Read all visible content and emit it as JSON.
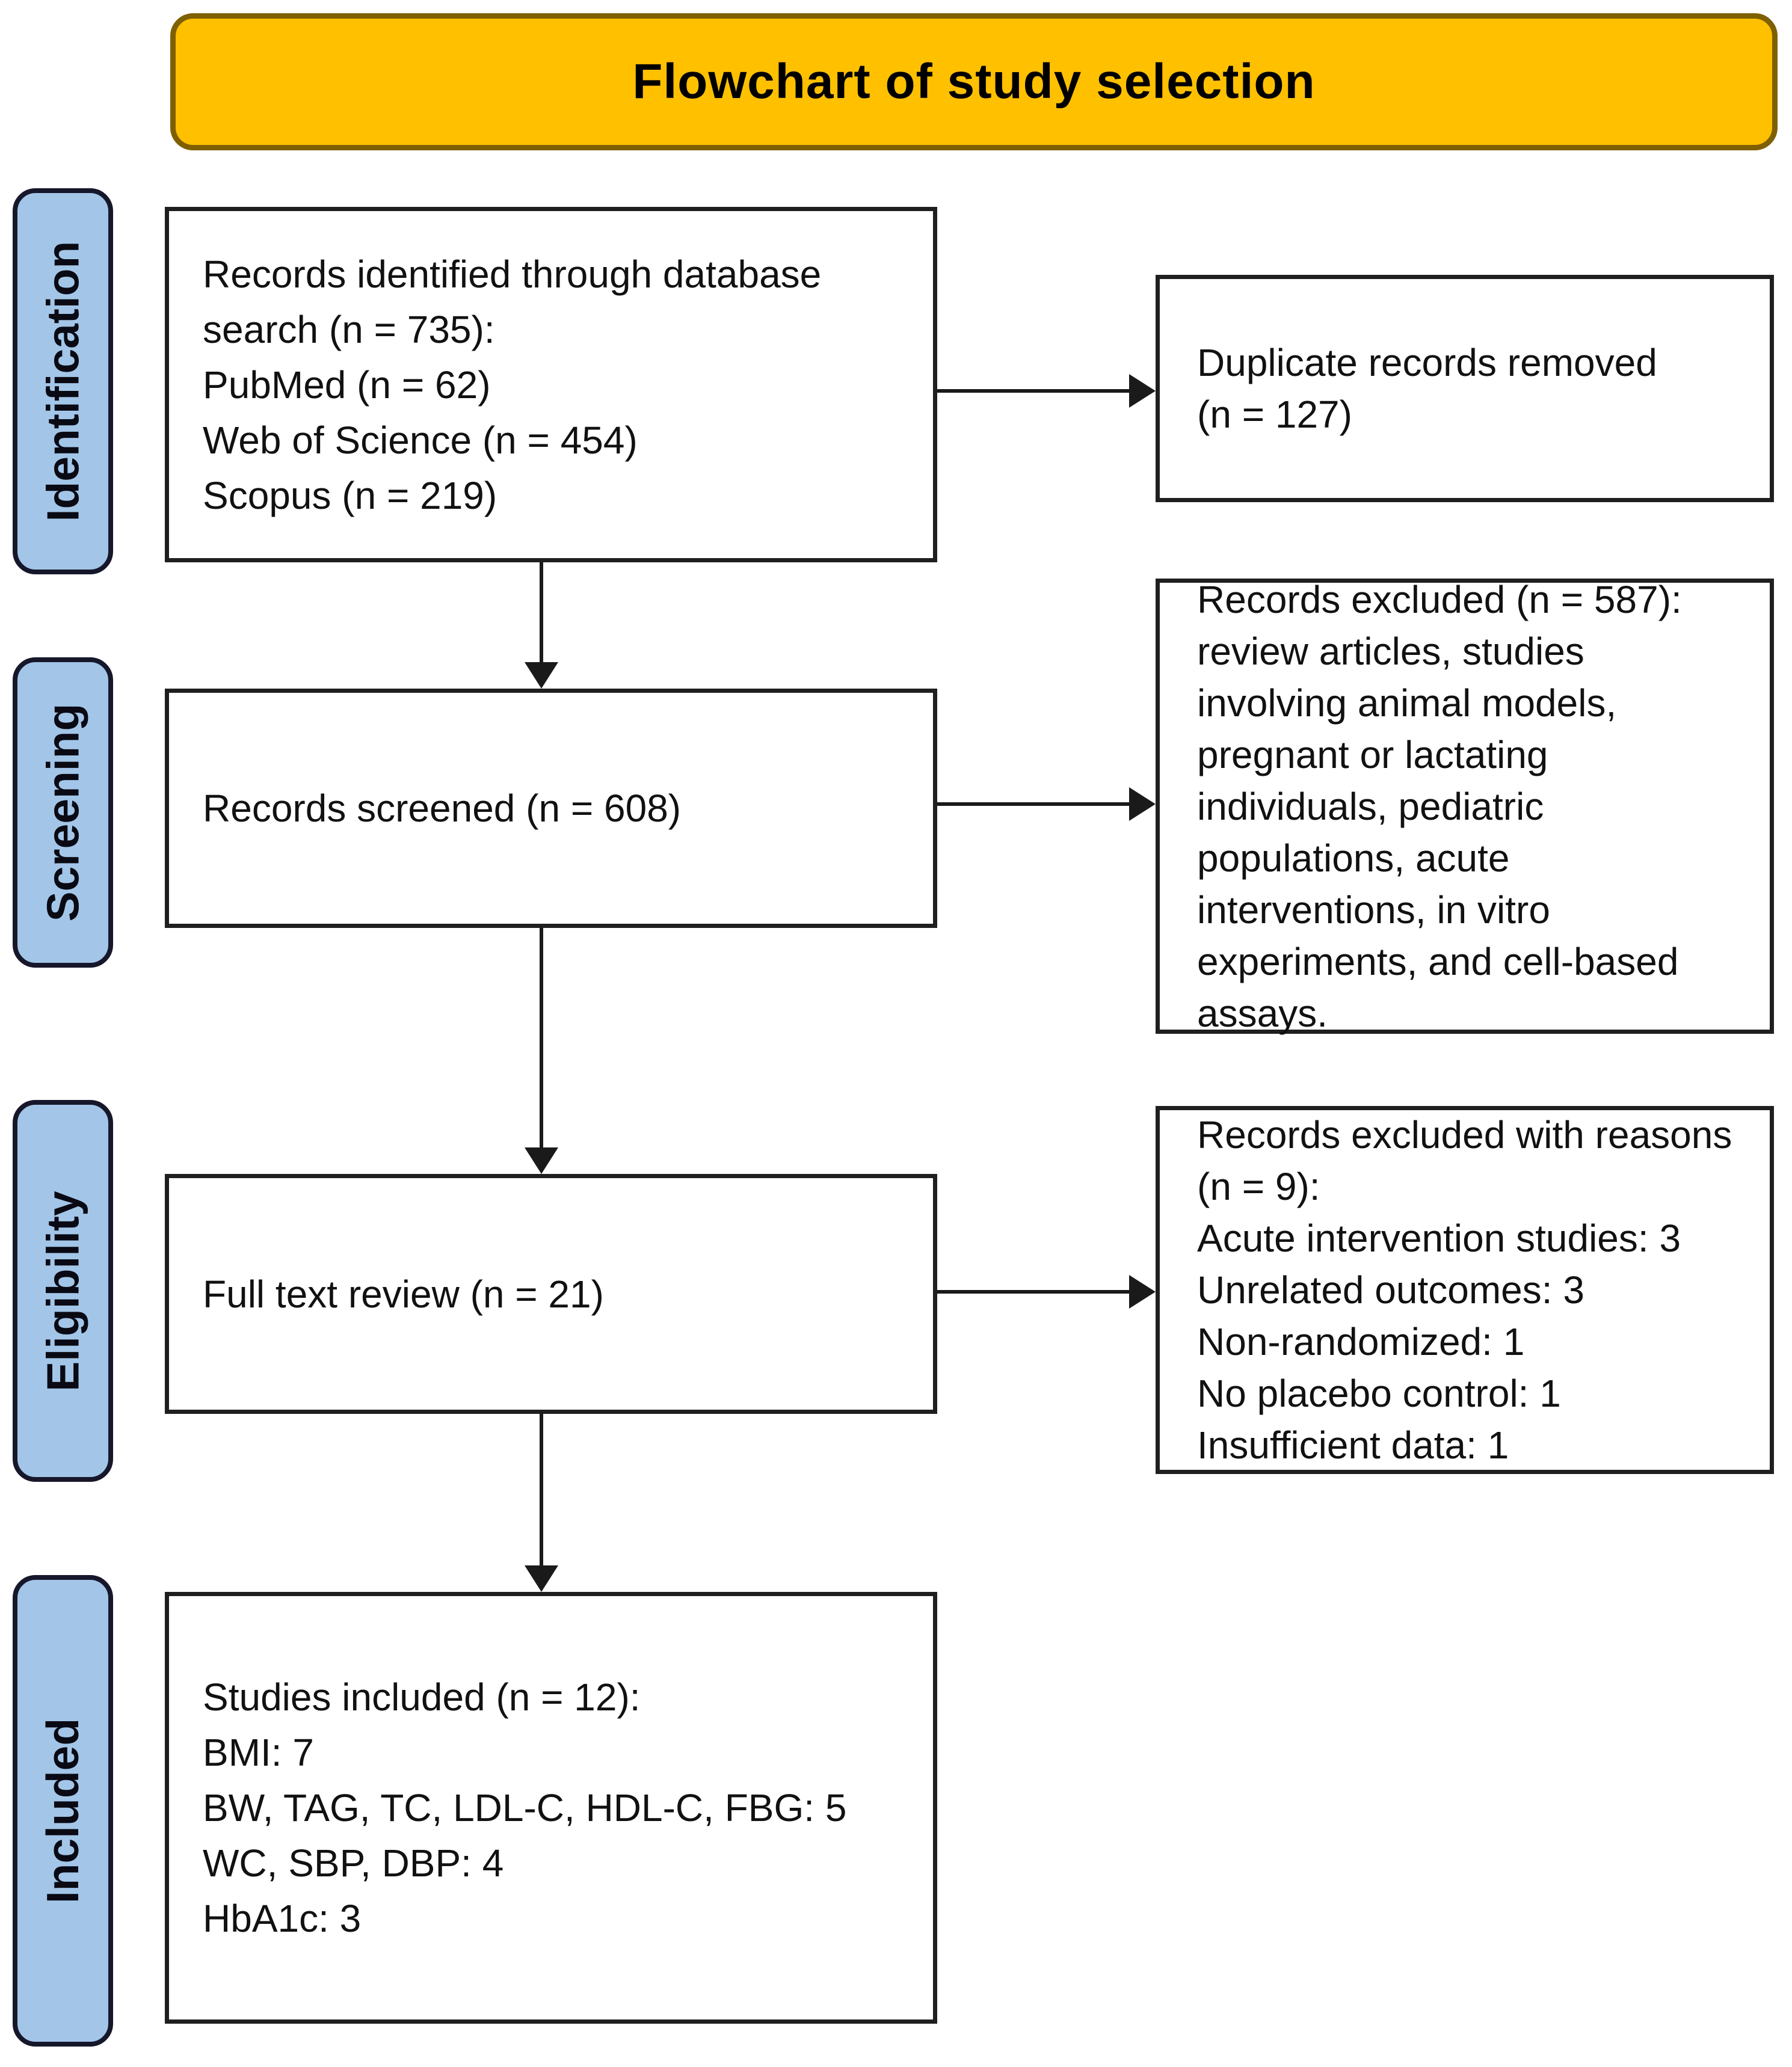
{
  "title": "Flowchart of study selection",
  "stages": [
    {
      "label": "Identification"
    },
    {
      "label": "Screening"
    },
    {
      "label": "Eligibility"
    },
    {
      "label": "Included"
    }
  ],
  "main_boxes": [
    {
      "id": "records-identified",
      "lines": [
        "Records identified through database",
        "search (n = 735):",
        "PubMed (n = 62)",
        "Web of Science (n = 454)",
        "Scopus (n = 219)"
      ]
    },
    {
      "id": "records-screened",
      "lines": [
        "Records screened (n = 608)"
      ]
    },
    {
      "id": "full-text-review",
      "lines": [
        "Full text review (n = 21)"
      ]
    },
    {
      "id": "studies-included",
      "lines": [
        "Studies included (n = 12):",
        "BMI: 7",
        "BW, TAG, TC, LDL-C, HDL-C, FBG: 5",
        "WC, SBP, DBP: 4",
        "HbA1c: 3"
      ]
    }
  ],
  "side_boxes": [
    {
      "id": "duplicates-removed",
      "lines": [
        "Duplicate records removed",
        "(n = 127)"
      ]
    },
    {
      "id": "records-excluded-screening",
      "lines": [
        "Records excluded (n = 587):",
        "review articles, studies",
        "involving animal models,",
        "pregnant or lactating",
        "individuals, pediatric",
        "populations, acute",
        "interventions, in vitro",
        "experiments, and cell-based",
        "assays."
      ]
    },
    {
      "id": "records-excluded-reasons",
      "lines": [
        "Records excluded with reasons",
        "(n = 9):",
        "Acute intervention studies: 3",
        "Unrelated outcomes: 3",
        "Non-randomized: 1",
        "No placebo control: 1",
        "Insufficient data: 1"
      ]
    }
  ],
  "colors": {
    "title_fill": "#FFC000",
    "title_border": "#7F6000",
    "stage_fill": "#A3C6E8",
    "stage_border": "#17172B",
    "box_border": "#1F1F1F",
    "arrow": "#1A1A1A",
    "text": "#111111",
    "background": "#FFFFFF"
  }
}
